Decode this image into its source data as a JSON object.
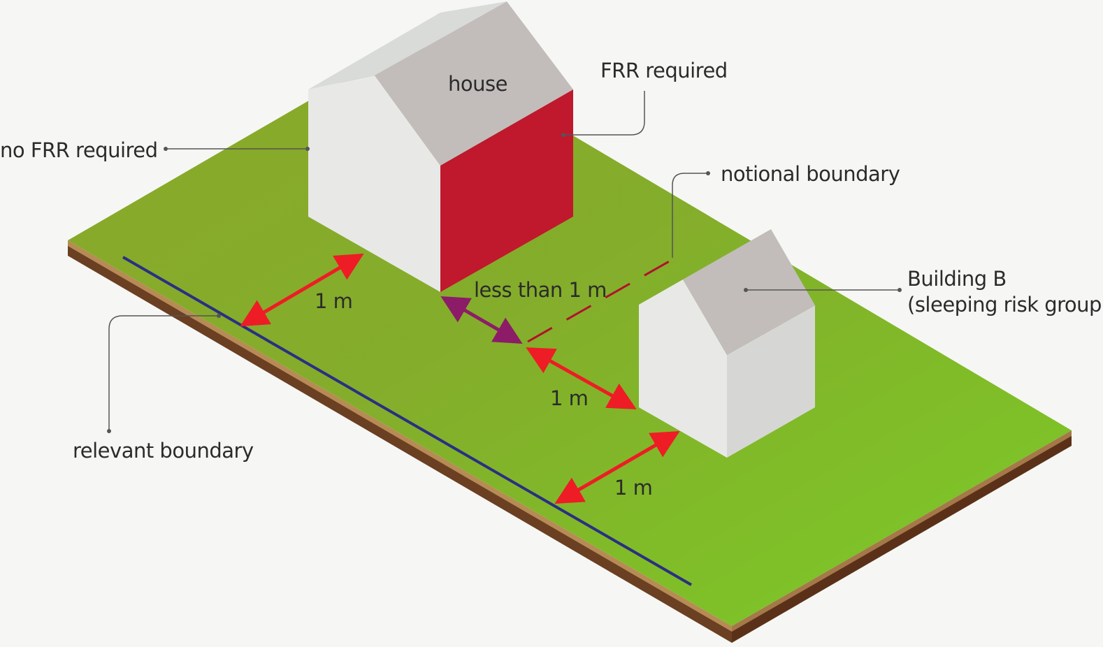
{
  "labels": {
    "house": "house",
    "frr_required": "FRR required",
    "no_frr_required": "no FRR required",
    "notional_boundary": "notional boundary",
    "building_b_line1": "Building B",
    "building_b_line2": "(sleeping risk group)",
    "relevant_boundary": "relevant boundary",
    "less_than_1m": "less than 1 m",
    "dim_1m_a": "1 m",
    "dim_1m_b": "1 m",
    "dim_1m_c": "1 m"
  },
  "colors": {
    "background": "#f6f7f4",
    "grass_light": "#7ec62a",
    "grass_dark": "#87a82a",
    "soil_top": "#b78b55",
    "soil_side": "#6b3f22",
    "frr_wall": "#c0182d",
    "roof": "#c2bdbb",
    "wall_light": "#e8e9e7",
    "wall_shade": "#d6d7d5",
    "relevant_boundary_line": "#2a2f82",
    "notional_boundary_line": "#b0122c",
    "dimension_arrow": "#ee1c25",
    "less_than_arrow": "#8c1c68",
    "leader_line": "#555555"
  }
}
